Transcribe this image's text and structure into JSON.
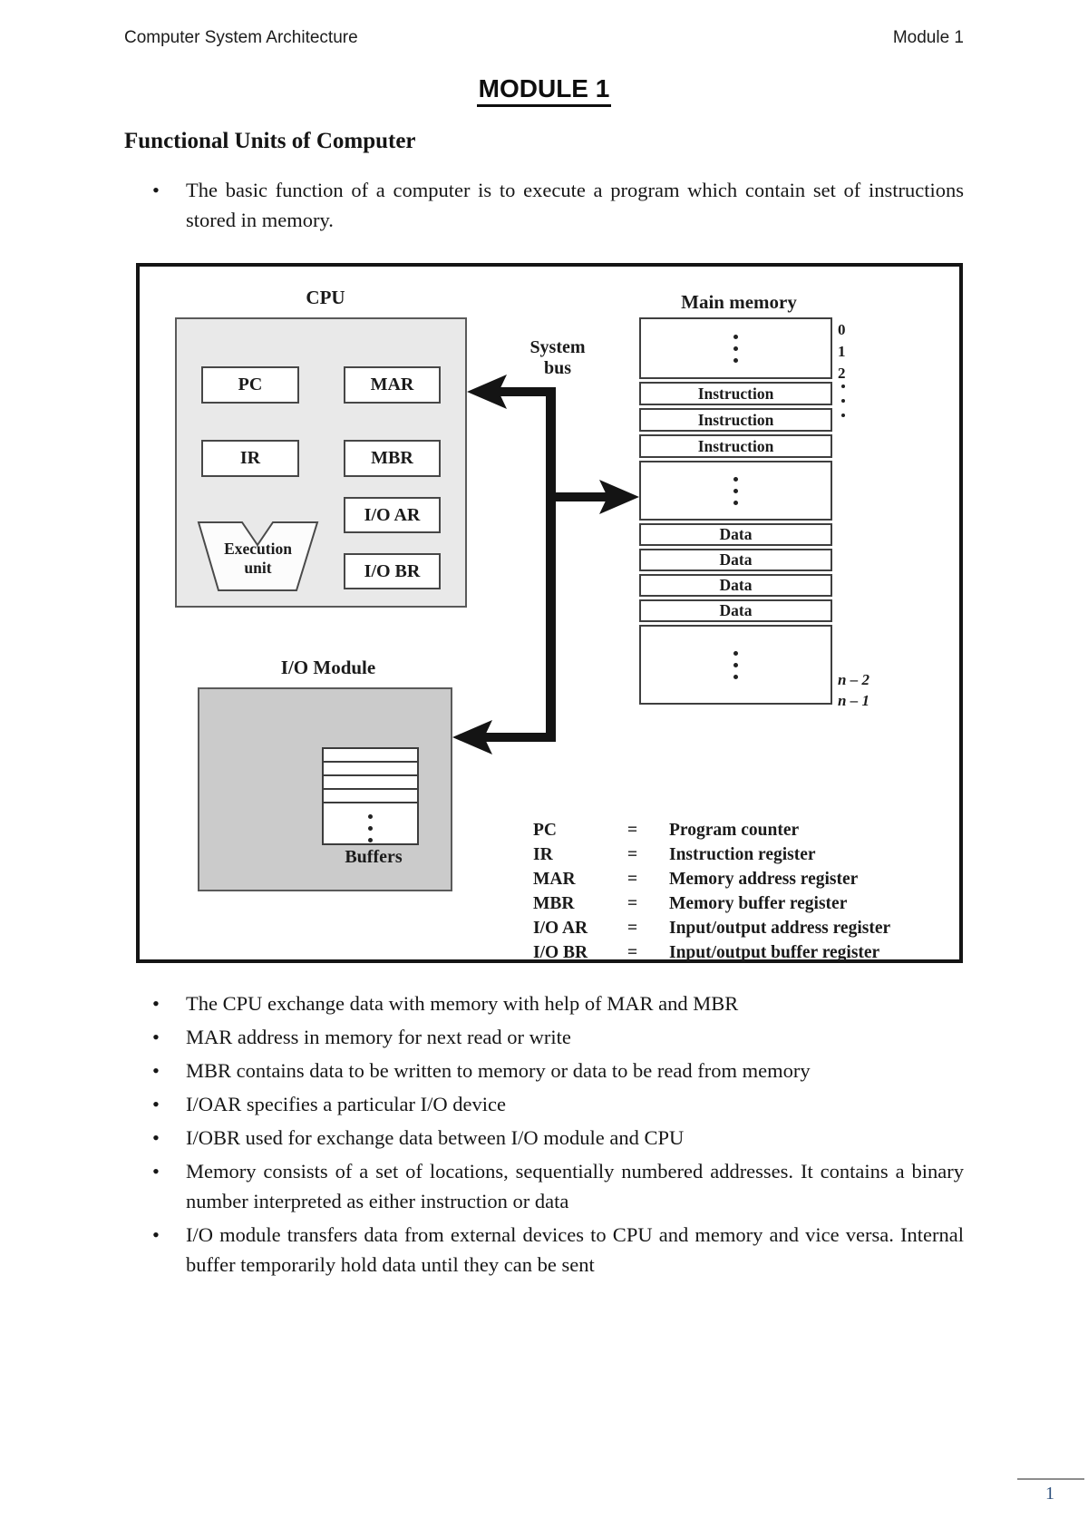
{
  "page": {
    "header_left": "Computer System Architecture",
    "header_right": "Module 1",
    "title": "MODULE 1",
    "section_heading": "Functional Units of Computer",
    "intro_bullet": "The basic function of a computer is to execute a program which contain set of instructions stored in memory.",
    "page_number": "1"
  },
  "figure": {
    "cpu": {
      "label": "CPU",
      "registers": {
        "pc": "PC",
        "ir": "IR",
        "mar": "MAR",
        "mbr": "MBR",
        "ioar": "I/O AR",
        "iobr": "I/O BR"
      },
      "execution_unit": "Execution unit"
    },
    "system_bus_label": "System bus",
    "memory": {
      "label": "Main memory",
      "cells": [
        {
          "type": "dots"
        },
        {
          "type": "text",
          "label": "Instruction"
        },
        {
          "type": "text",
          "label": "Instruction"
        },
        {
          "type": "text",
          "label": "Instruction"
        },
        {
          "type": "dots"
        },
        {
          "type": "text",
          "label": "Data"
        },
        {
          "type": "text",
          "label": "Data"
        },
        {
          "type": "text",
          "label": "Data"
        },
        {
          "type": "text",
          "label": "Data"
        },
        {
          "type": "dots"
        }
      ],
      "addresses_top": [
        "0",
        "1",
        "2"
      ],
      "addresses_bottom": [
        "n – 2",
        "n – 1"
      ]
    },
    "io_module": {
      "label": "I/O Module",
      "buffers_label": "Buffers"
    },
    "legend_equals": "=",
    "legend": [
      {
        "abbr": "PC",
        "definition": "Program counter"
      },
      {
        "abbr": "IR",
        "definition": "Instruction register"
      },
      {
        "abbr": "MAR",
        "definition": "Memory address register"
      },
      {
        "abbr": "MBR",
        "definition": "Memory buffer register"
      },
      {
        "abbr": "I/O AR",
        "definition": "Input/output address register"
      },
      {
        "abbr": "I/O BR",
        "definition": "Input/output buffer register"
      }
    ],
    "colors": {
      "cpu_box_fill": "#e9e9e9",
      "io_box_fill": "#cbcbcb",
      "bus_color": "#141414",
      "page_number_color": "#2d4f7c"
    }
  },
  "bullets": [
    "The CPU exchange data with memory with help of MAR and MBR",
    "MAR address in memory for next read or write",
    "MBR contains data to be written to memory or data to be read from memory",
    "I/OAR specifies a particular I/O device",
    "I/OBR used for exchange data between I/O module and CPU",
    "Memory consists of a set of locations, sequentially numbered addresses. It contains a binary number interpreted as either instruction or data",
    "I/O module transfers data from external devices to CPU and memory and vice versa. Internal buffer temporarily hold data until they can be sent"
  ]
}
